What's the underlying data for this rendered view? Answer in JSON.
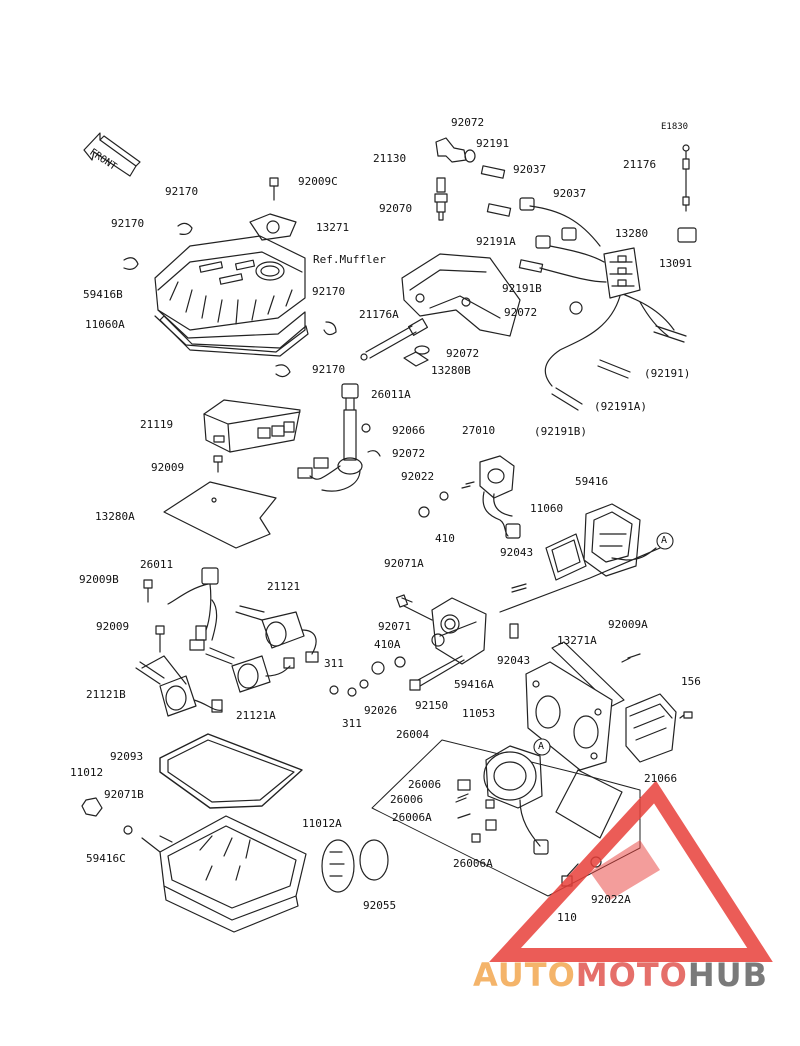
{
  "diagram": {
    "code": "E1830",
    "front_label": "FRONT",
    "ref_label": "Ref.Muffler",
    "circle_marker": "A",
    "colors": {
      "line": "#222222",
      "watermark_red": "#e8403a",
      "watermark_orange": "#f4b46a",
      "watermark_grey": "#7a7a7a"
    },
    "labels": {
      "p92072_top": "92072",
      "p21130": "21130",
      "p92191": "92191",
      "p92037_a": "92037",
      "p92037_b": "92037",
      "p92070": "92070",
      "p92191A": "92191A",
      "p92191B": "92191B",
      "p92072_mid": "92072",
      "p21176": "21176",
      "p13280": "13280",
      "p13091": "13091",
      "p92191_paren": "(92191)",
      "p92191A_paren": "(92191A)",
      "p92191B_paren": "(92191B)",
      "p92170_a": "92170",
      "p92009C": "92009C",
      "p13271": "13271",
      "p92170_b": "92170",
      "p59416B": "59416B",
      "p11060A": "11060A",
      "p92170_c": "92170",
      "p92170_d": "92170",
      "p21176A": "21176A",
      "p92072_low": "92072",
      "p13280B": "13280B",
      "p26011A": "26011A",
      "p21119": "21119",
      "p92066": "92066",
      "p92072_c": "92072",
      "p27010": "27010",
      "p92009": "92009",
      "p13280A": "13280A",
      "p92022": "92022",
      "p59416": "59416",
      "p11060": "11060",
      "p410": "410",
      "p92043_a": "92043",
      "p26011": "26011",
      "p92009B": "92009B",
      "p21121": "21121",
      "p92071A": "92071A",
      "p92009_b": "92009",
      "p92071": "92071",
      "p13271A": "13271A",
      "p92009A": "92009A",
      "p92043_b": "92043",
      "p410A": "410A",
      "p311_a": "311",
      "p21121B": "21121B",
      "p59416A": "59416A",
      "p156": "156",
      "p21121A": "21121A",
      "p311_b": "311",
      "p92026": "92026",
      "p92150": "92150",
      "p11053": "11053",
      "p26004": "26004",
      "p92093": "92093",
      "p21066": "21066",
      "p11012": "11012",
      "p26006_a": "26006",
      "p26006_b": "26006",
      "p92071B": "92071B",
      "p26006A_a": "26006A",
      "p11012A": "11012A",
      "p26006A_b": "26006A",
      "p59416C": "59416C",
      "p92055": "92055",
      "p110": "110",
      "p92022A": "92022A"
    }
  },
  "watermark": {
    "part1": "AUTO",
    "part2": "MOTO",
    "part3": "HUB"
  }
}
